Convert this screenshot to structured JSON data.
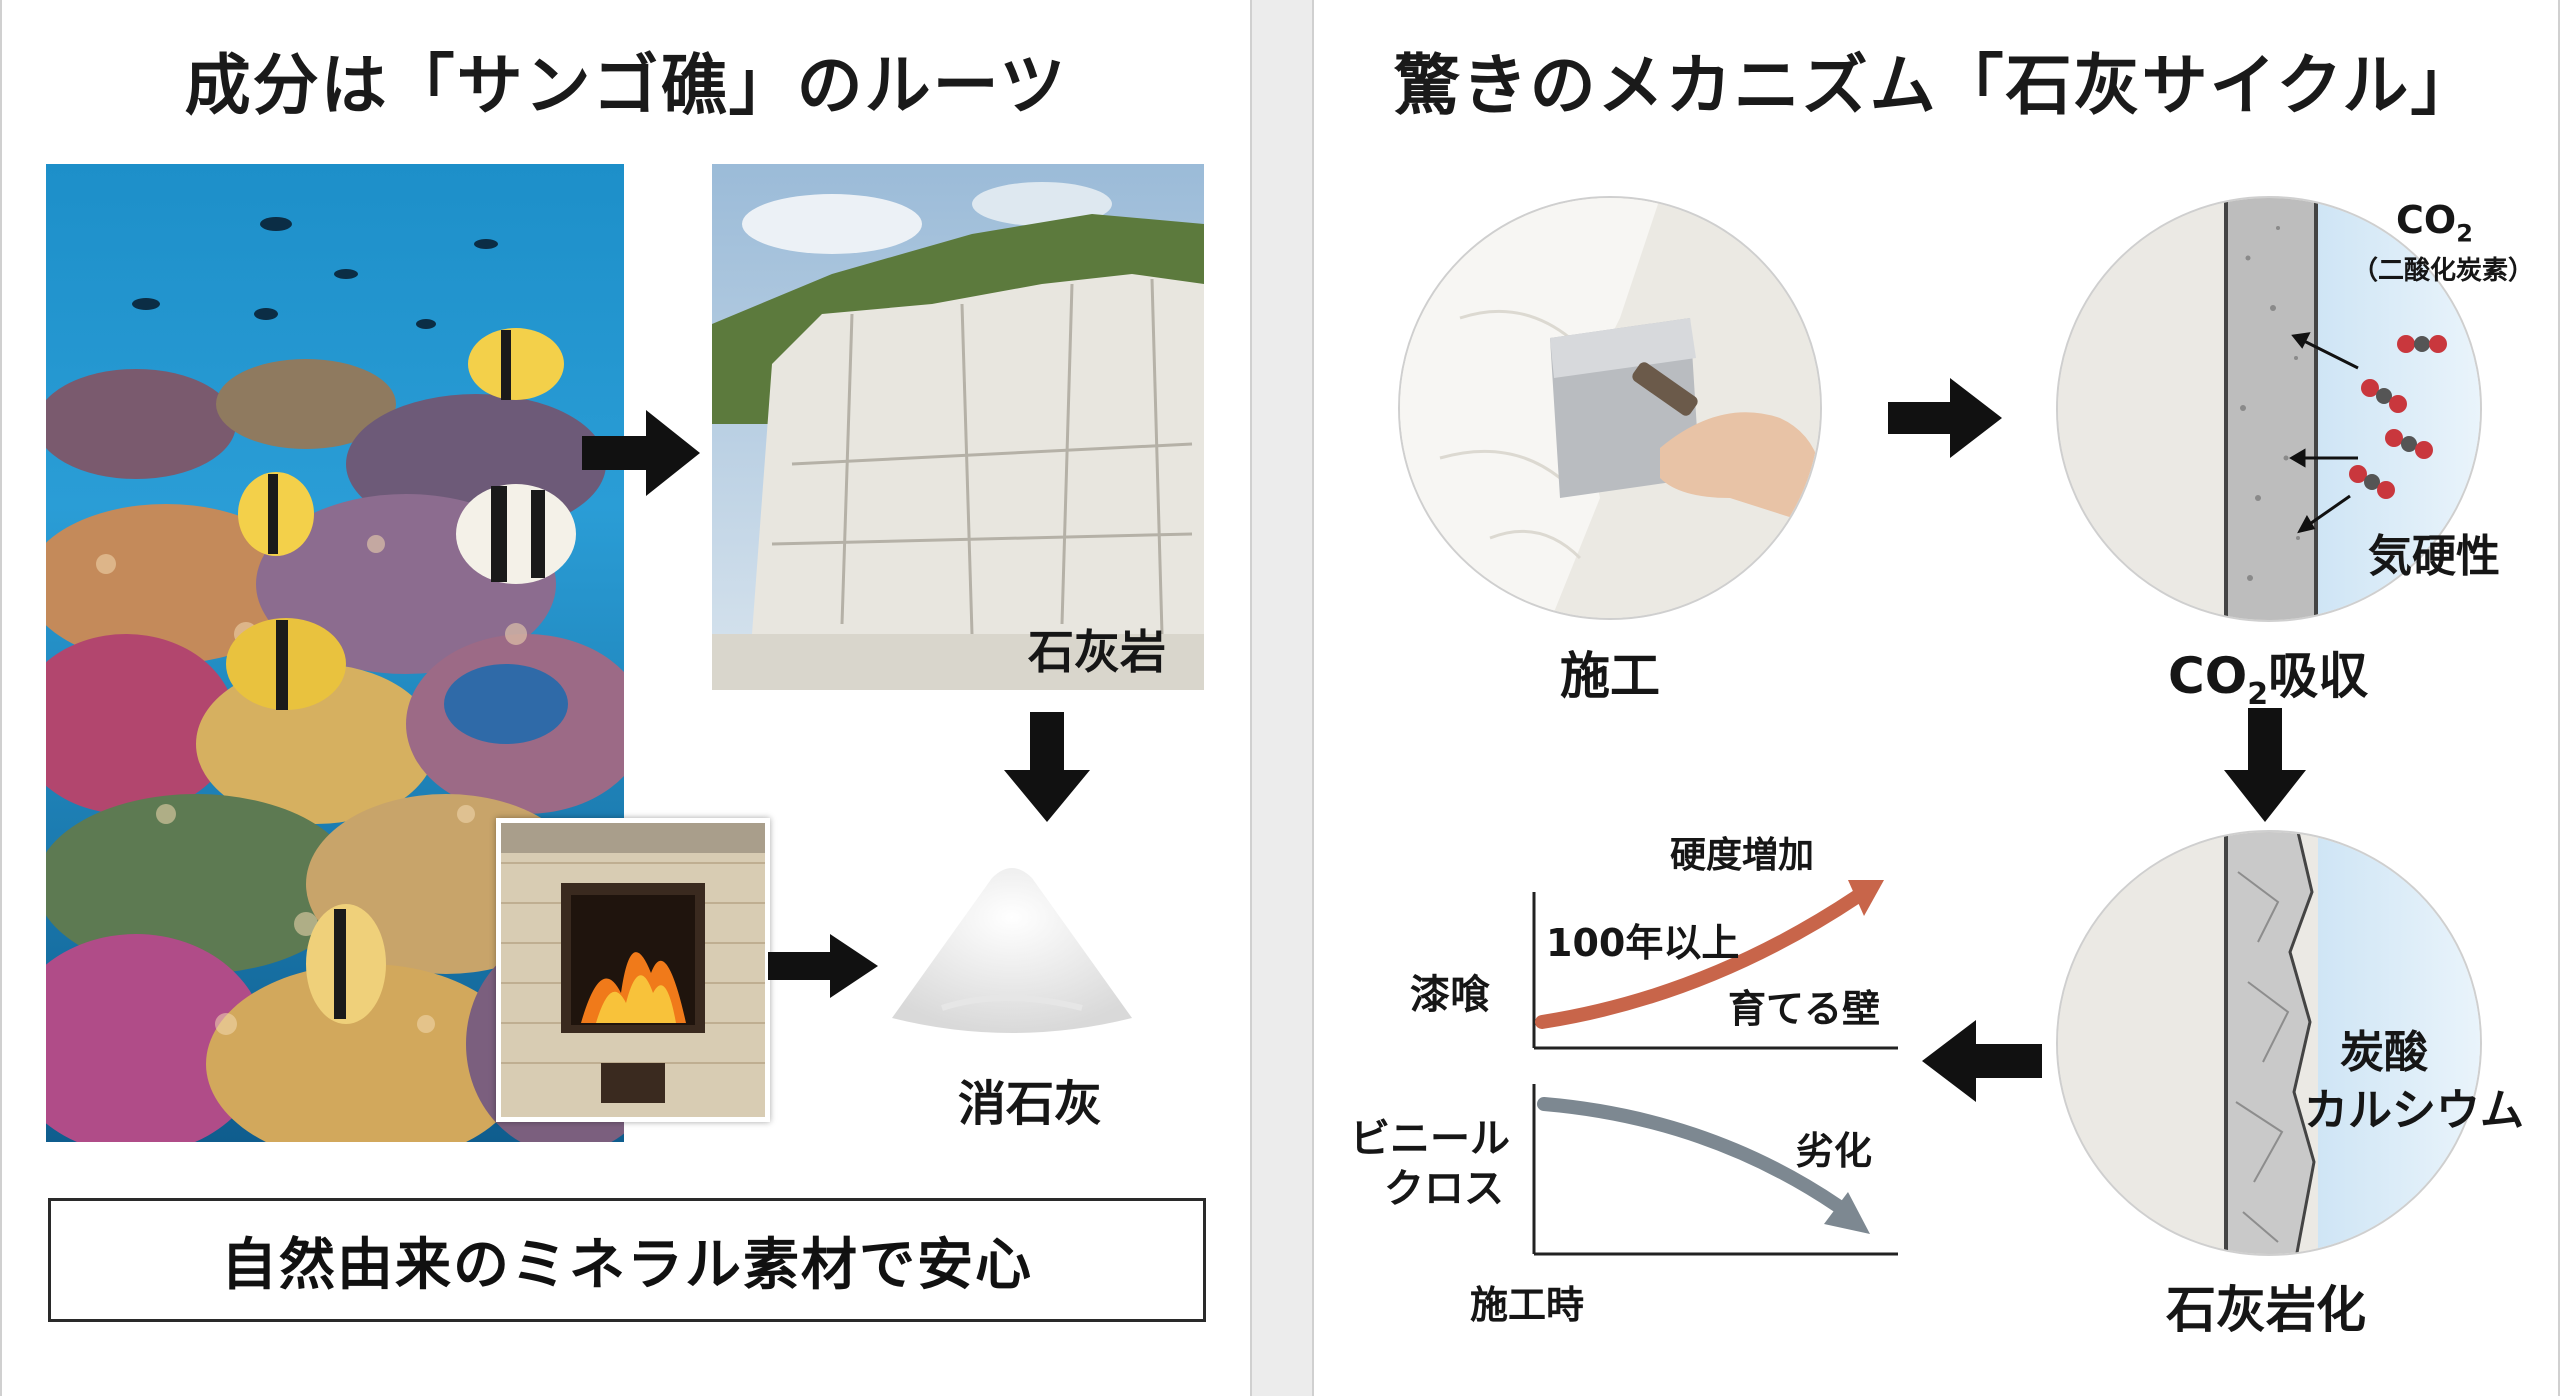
{
  "left_panel": {
    "title": "成分は「サンゴ礁」のルーツ",
    "labels": {
      "limestone": "石灰岩",
      "slaked_lime": "消石灰"
    },
    "footer": "自然由来のミネラル素材で安心"
  },
  "right_panel": {
    "title": "驚きのメカニズム「石灰サイクル」",
    "steps": {
      "apply": "施工",
      "absorb_co2": "吸収",
      "absorb_co2_prefix": "CO",
      "absorb_co2_sub": "2",
      "petrify": "石灰岩化"
    },
    "co2_formula": "CO",
    "co2_subscript": "2",
    "co2_name": "（二酸化炭素）",
    "air_hardening": "気硬性",
    "calcium_carbonate_line1": "炭酸",
    "calcium_carbonate_line2": "カルシウム",
    "graph": {
      "plaster_label": "漆喰",
      "vinyl_label_line1": "ビニール",
      "vinyl_label_line2": "クロス",
      "hardness_increase": "硬度増加",
      "years": "100年以上",
      "growing_wall": "育てる壁",
      "deterioration": "劣化",
      "x_label": "施工時"
    }
  },
  "colors": {
    "rising_arrow": "#c8654a",
    "falling_arrow": "#7d8891",
    "flow_arrow": "#111111"
  }
}
